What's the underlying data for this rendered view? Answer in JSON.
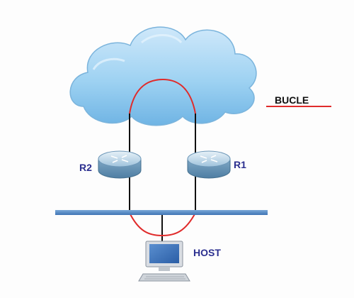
{
  "legend": {
    "label": "BUCLE",
    "color": "#e02b2b"
  },
  "routers": [
    {
      "id": "r2",
      "label": "R2",
      "icon": "router-icon"
    },
    {
      "id": "r1",
      "label": "R1",
      "icon": "router-icon"
    }
  ],
  "host": {
    "label": "HOST",
    "icon": "computer-icon"
  },
  "cloud": {
    "icon": "cloud-icon",
    "color": "#8fc8ee"
  },
  "network_bus": {
    "color": "#4f86c6"
  },
  "links": {
    "color": "#111111"
  }
}
